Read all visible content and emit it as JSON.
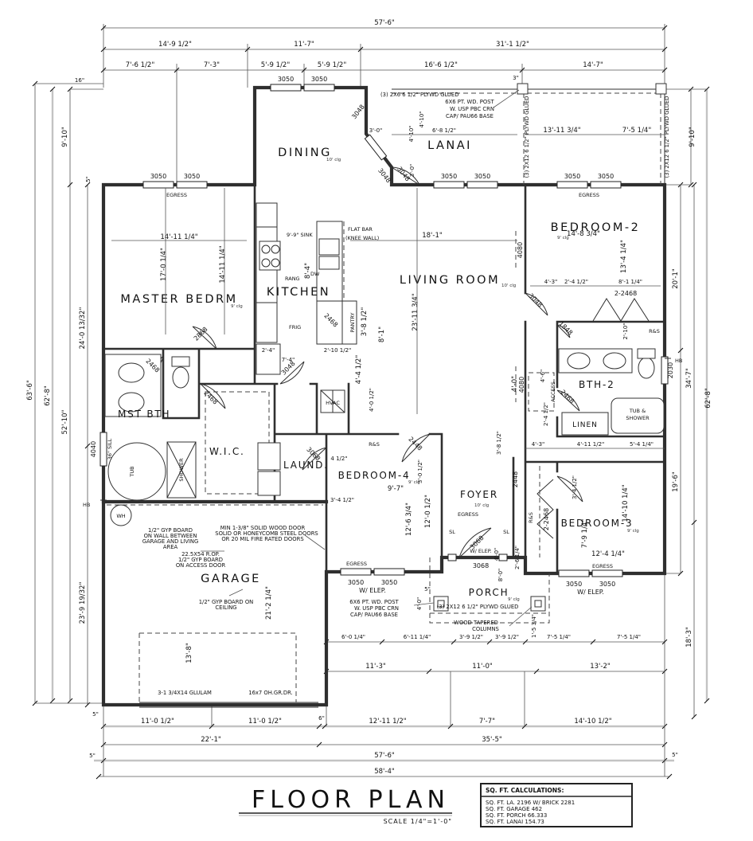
{
  "drawing": {
    "title": "FLOOR PLAN",
    "scale": "SCALE 1/4\"=1'-0\""
  },
  "sqft": {
    "header": "SQ. FT. CALCULATIONS:",
    "rows": [
      "SQ. FT. LA. 2196 W/ BRICK 2281",
      "SQ. FT. GARAGE 462",
      "SQ. FT. PORCH    66.333",
      "SQ. FT. LANAI    154.73"
    ]
  },
  "rooms": {
    "dining": "DINING",
    "lanai": "LANAI",
    "master": "MASTER BEDRM",
    "kitchen": "KITCHEN",
    "living": "LIVING ROOM",
    "bedroom2": "BEDROOM-2",
    "mst_bth": "MST BTH",
    "wic": "W.I.C.",
    "laund": "LAUND.",
    "bedroom4": "BEDROOM-4",
    "foyer": "FOYER",
    "bth2": "BTH-2",
    "linen": "LINEN",
    "tub_shower_1": "TUB &",
    "tub_shower_2": "SHOWER",
    "bedroom3": "BEDROOM-3",
    "garage": "GARAGE",
    "porch": "PORCH",
    "hvac": "HVAC",
    "pantry": "PANTRY"
  },
  "fixtures": {
    "tub": "TUB",
    "shower": "SHOWER",
    "frig": "FRIG",
    "rang": "RANG",
    "dw": "DW",
    "wh": "WH",
    "hb": "HB",
    "sink": "9'-9\" SINK",
    "flat_bar": "FLAT BAR",
    "knee_wall": "(KNEE WALL)",
    "access": "ACCESS",
    "rs": "R&S",
    "sl": "SL",
    "sill": "36\" SILL"
  },
  "openings": {
    "w3050": "3050",
    "w3048": "3048",
    "w4040": "4040",
    "w4080": "4080",
    "w2030": "2030",
    "d2868": "2868",
    "d2468": "2468",
    "d3068": "3068",
    "d2448": "2448",
    "d1848": "1848",
    "d2_2468": "2-2468",
    "egress": "EGRESS",
    "w_elep": "W/ ELEP."
  },
  "notes": {
    "post": [
      "6X6 PT. WD. POST",
      "W. USP PBC CRN",
      "CAP/ PAU66 BASE"
    ],
    "glued_2x6": "(3) 2X6 6 1/2\" PLYWD GLUED",
    "glued_2x12": "(3) 2X12 6 1/2\" PLYWD GLUED",
    "tapered": [
      "WOOD TAPERED",
      "COLUMNS"
    ],
    "gyp_wall": [
      "1/2\" GYP BOARD",
      "ON WALL BETWEEN",
      "GARAGE AND LIVING",
      "AREA"
    ],
    "gyp_access": [
      "22.5X54 R.OP.",
      "1/2\" GYP BOARD",
      "ON ACCESS DOOR"
    ],
    "wood_door": [
      "MIN 1-3/8\" SOLID WOOD DOOR",
      "SOLID OR HONEYCOMB STEEL DOORS",
      "OR 20 MIL FIRE RATED DOORS"
    ],
    "gyp_ceiling": [
      "1/2\" GYP BOARD ON",
      "CEILING"
    ],
    "glulam": "3-1 3/4X14 GLULAM",
    "oh_door": "16x7 OH.GR.DR.",
    "clg9": "9' clg",
    "clg10": "10' clg"
  },
  "dims": {
    "top": [
      "57'-6\"",
      "14'-9 1/2\"",
      "11'-7\"",
      "31'-1 1/2\"",
      "7'-6 1/2\"",
      "7'-3\"",
      "5'-9 1/2\"",
      "5'-9 1/2\"",
      "16'-6 1/2\"",
      "14'-7\""
    ],
    "bottom": [
      "11'-3\"",
      "11'-0\"",
      "13'-2\"",
      "11'-0 1/2\"",
      "11'-0 1/2\"",
      "6\"",
      "12'-11 1/2\"",
      "7'-7\"",
      "14'-10 1/2\"",
      "22'-1\"",
      "35'-5\"",
      "57'-6\"",
      "58'-4\"",
      "5\"",
      "5\""
    ],
    "left": [
      "16\"",
      "9'-10\"",
      "5\"",
      "24'-0 13/32\"",
      "23'-9 19/32\"",
      "52'-10\"",
      "62'-8\"",
      "63'-6\"",
      "5\""
    ],
    "right": [
      "9'-10\"",
      "20'-1\"",
      "34'-7\"",
      "62'-8\"",
      "19'-6\"",
      "18'-3\"",
      "5\""
    ],
    "i": [
      "14'-11 1/4\"",
      "17'-0 1/4\"",
      "14'-11 1/4\"",
      "8'-4\"",
      "2'-4\"",
      "7'-4\"",
      "2'-10 1/2\"",
      "4'-4 1/2\"",
      "3'-8 1/2\"",
      "8'-1\"",
      "18'-1\"",
      "23'-11 3/4\"",
      "3'-0\"",
      "4'-10\"",
      "6'-8 1/2\"",
      "3'-0\"",
      "13'-11 3/4\"",
      "7'-5 1/4\"",
      "14'-8 3/4\"",
      "13'-4 1/4\"",
      "4'-3\"",
      "2'-4 1/2\"",
      "8'-1 1/4\"",
      "4'-0\"",
      "2'-10\"",
      "4'-11 1/2\"",
      "5'-4 1/4\"",
      "3'-4 1/2\"",
      "9'-7\"",
      "12'-6 3/4\"",
      "12'-0 1/2\"",
      "3'-0 1/2\"",
      "4 1/2\"",
      "4'-0\"",
      "8'-0\"",
      "12'-4 1/4\"",
      "7'-9 1/4\"",
      "14'-10 1/4\"",
      "21'-2 1/4\"",
      "13'-8\"",
      "5\"",
      "4'-0\"",
      "3'-9 1/2\"",
      "3'-9 1/2\"",
      "6'-11 1/4\"",
      "6'-0 1/4\"",
      "7'-5 1/4\"",
      "7'-5 1/4\"",
      "1'-5 3/4\"",
      "3'-4 1/2\"",
      "2'-6 1/4\"",
      "3'-8 1/2\"",
      "4'-0 1/2\"",
      "2'-4 1/2\"",
      "3\"",
      "4'-6\""
    ]
  }
}
